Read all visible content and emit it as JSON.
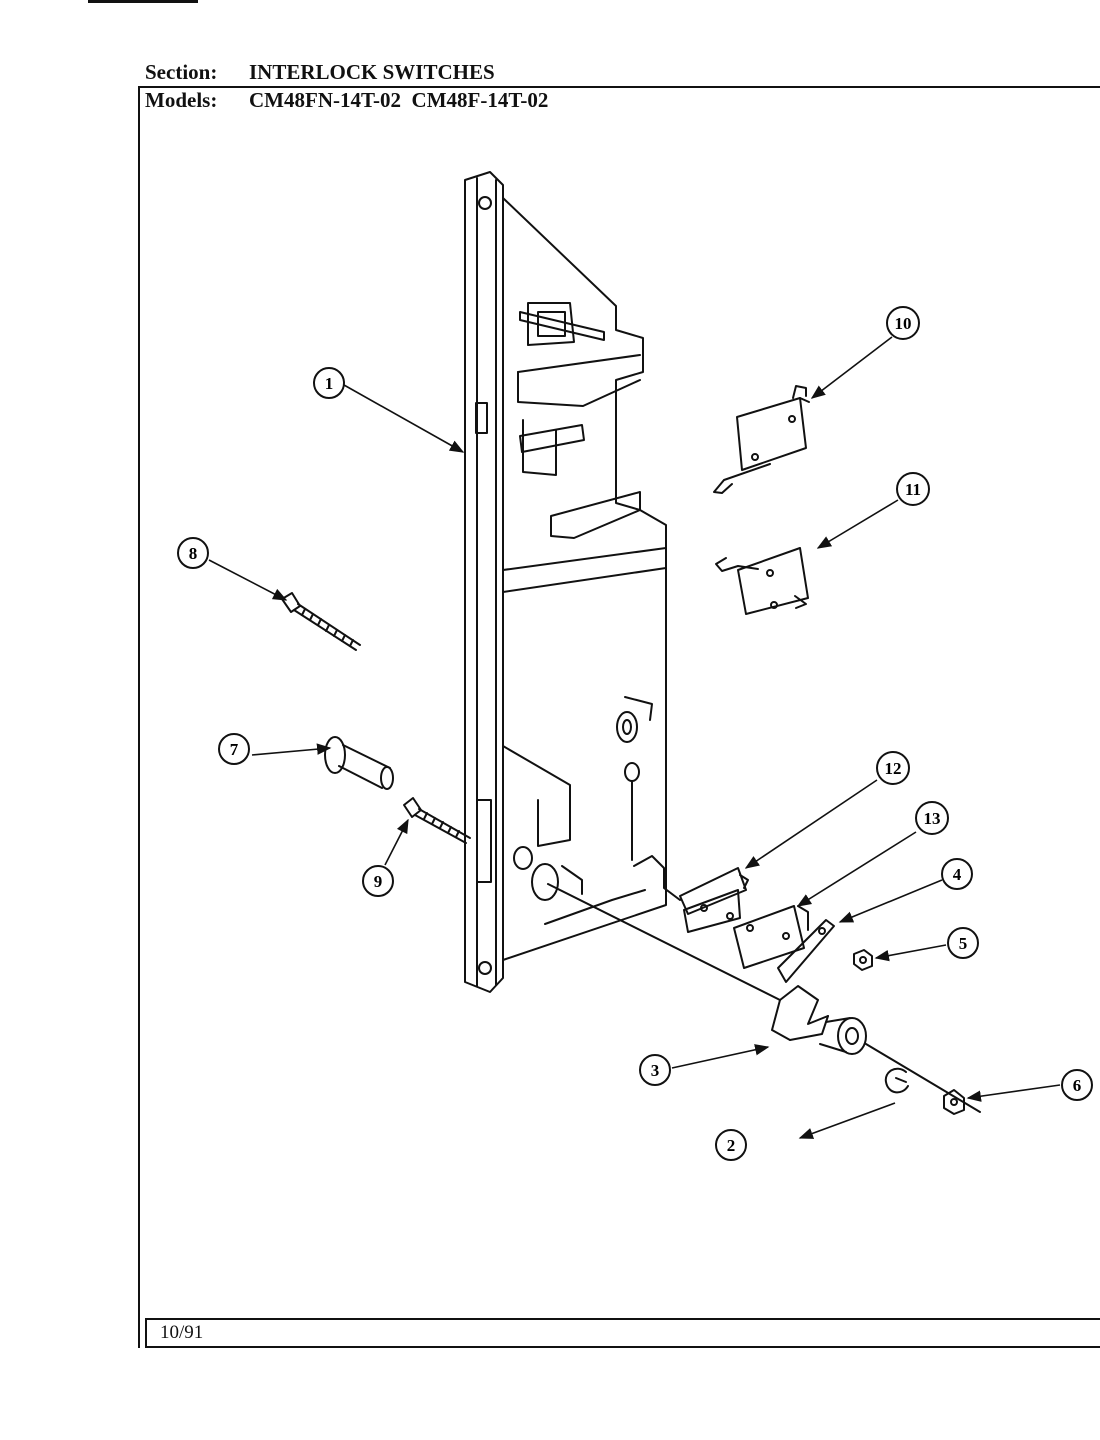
{
  "header": {
    "section_label": "Section:",
    "section_value": "INTERLOCK SWITCHES",
    "models_label": "Models:",
    "models_value": "CM48FN-14T-02  CM48F-14T-02"
  },
  "footer": {
    "date": "10/91"
  },
  "callouts": {
    "c1": "1",
    "c2": "2",
    "c3": "3",
    "c4": "4",
    "c5": "5",
    "c6": "6",
    "c7": "7",
    "c8": "8",
    "c9": "9",
    "c10": "10",
    "c11": "11",
    "c12": "12",
    "c13": "13"
  },
  "colors": {
    "ink": "#111111",
    "paper": "#ffffff"
  }
}
